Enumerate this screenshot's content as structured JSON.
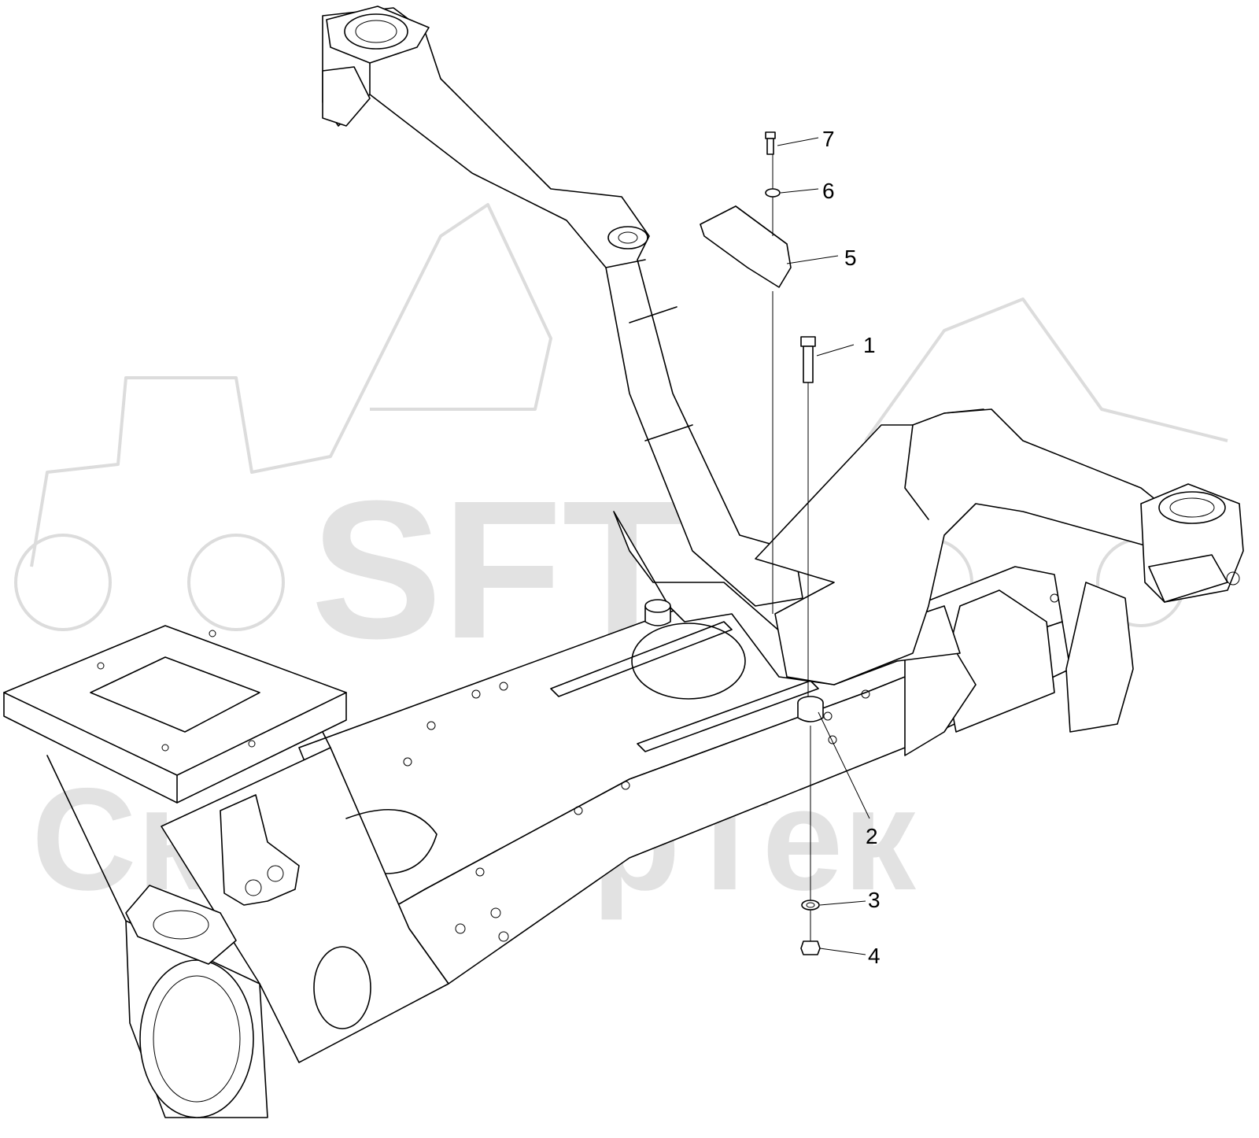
{
  "watermark": {
    "logo_text": "SFT",
    "brand_text": "СканФорТек"
  },
  "callouts": [
    {
      "label": "1",
      "part": "bolt"
    },
    {
      "label": "2",
      "part": "spacer"
    },
    {
      "label": "3",
      "part": "washer"
    },
    {
      "label": "4",
      "part": "nut"
    },
    {
      "label": "5",
      "part": "bracket-plate"
    },
    {
      "label": "6",
      "part": "washer"
    },
    {
      "label": "7",
      "part": "bolt"
    }
  ],
  "colors": {
    "line": "#000000",
    "watermark": "#e2e2e2",
    "background": "#ffffff"
  }
}
